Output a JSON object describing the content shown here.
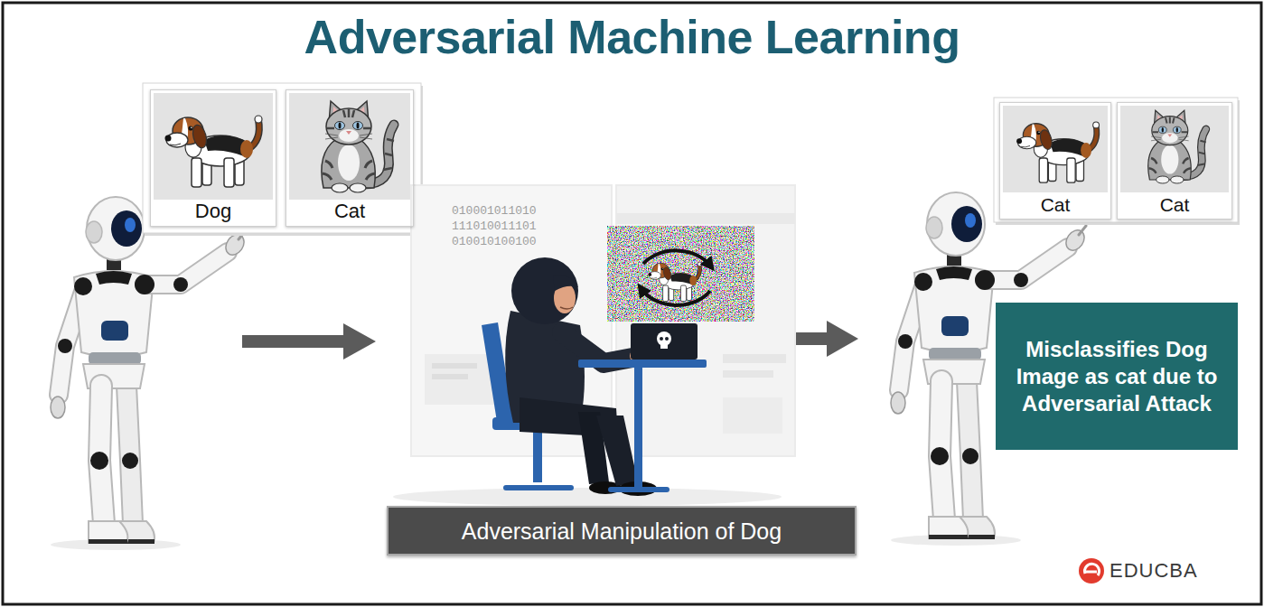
{
  "diagram": {
    "title": "Adversarial Machine Learning",
    "nodes": [
      {
        "text": [
          "Dog"
        ]
      },
      {
        "text": [
          "Cat"
        ]
      },
      {
        "text": [
          "Adversarial Manipulation of Dog"
        ]
      },
      {
        "text": [
          "Cat"
        ]
      },
      {
        "text": [
          "Cat"
        ]
      },
      {
        "text": [
          "Misclassifies Dog Image as cat due to Adversarial Attack"
        ]
      }
    ],
    "labels": [
      "010001011010",
      "111010011101",
      "010010100100",
      "EDUCBA"
    ]
  }
}
